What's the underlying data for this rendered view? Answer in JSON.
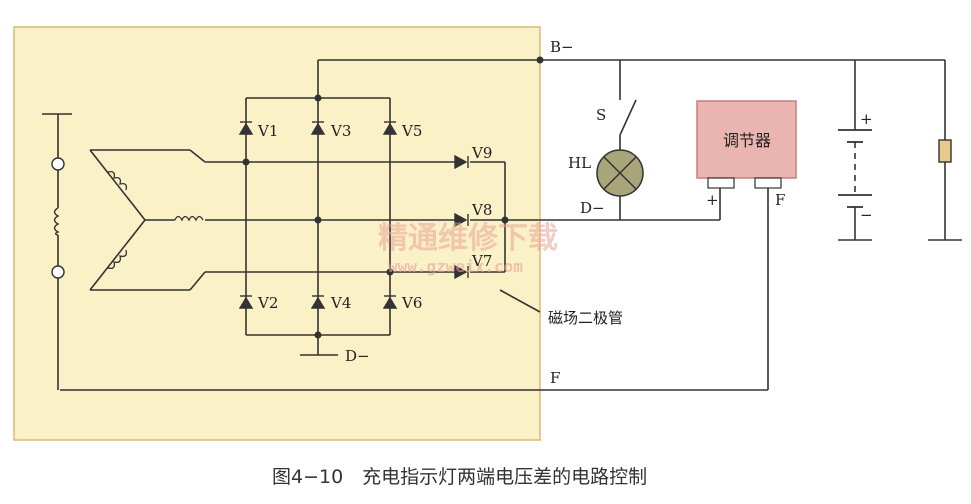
{
  "labels": {
    "b_minus": "B−",
    "s": "S",
    "hl": "HL",
    "d_minus_lamp": "D−",
    "regulator": "调节器",
    "reg_plus": "+",
    "reg_f": "F",
    "bat_plus": "+",
    "bat_minus": "−",
    "v1": "V1",
    "v2": "V2",
    "v3": "V3",
    "v4": "V4",
    "v5": "V5",
    "v6": "V6",
    "v7": "V7",
    "v8": "V8",
    "v9": "V9",
    "field_diode": "磁场二极管",
    "d_minus_bottom": "D−",
    "f_bottom": "F"
  },
  "watermark": {
    "cn": "精通维修下载",
    "url": "www.gzweix.com"
  },
  "caption": "图4−10　充电指示灯两端电压差的电路控制",
  "colors": {
    "panel_fill": "#fbf1c6",
    "panel_border": "#e0b874",
    "regulator_fill": "#eab4b0",
    "regulator_border": "#c77d7a",
    "lamp_fill": "#a9a57a",
    "wire": "#333333"
  }
}
